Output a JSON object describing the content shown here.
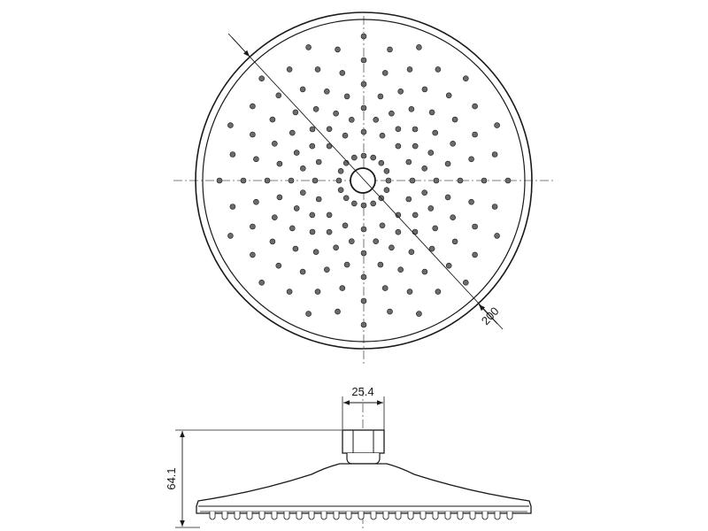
{
  "dimensions": {
    "diameter": "200",
    "connector_width": "25.4",
    "height": "64.1"
  },
  "colors": {
    "line": "#1a1a1a",
    "nozzle_fill": "#6b6b6b",
    "background": "#ffffff"
  }
}
